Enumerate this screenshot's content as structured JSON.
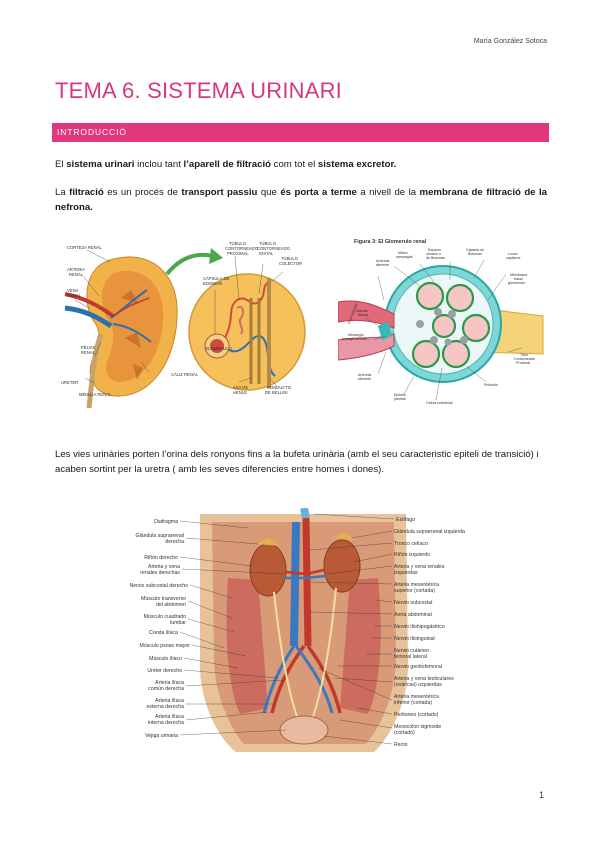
{
  "header": {
    "author": "María González Sotoca"
  },
  "title": "TEMA 6. SISTEMA URINARI",
  "section": {
    "label": "INTRODUCCIÓ"
  },
  "paragraph1": {
    "t1": "El ",
    "b1": "sistema urinari",
    "t2": " inclou tant ",
    "b2": "l’aparell de filtració",
    "t3": " com tot el ",
    "b3": "sistema excretor."
  },
  "paragraph2": {
    "t1": "La ",
    "b1": "filtració",
    "t2": " es un procés de ",
    "b2": "transport passiu",
    "t3": " que ",
    "b3": "és porta a terme",
    "t4": " a nivell de la ",
    "b4": "membrana de filtració de la nefrona."
  },
  "paragraph3": {
    "text": "Les vies urinàries porten l’orina dels ronyons fins a la bufeta urinària (amb el seu caracteristic epiteli de transició) i acaben sortint per la uretra ( amb les seves diferencies entre homes i dones)."
  },
  "figure_kidney": {
    "labels": {
      "corteza": "CORTEZA RENAL",
      "arteria1": "ARTERIA",
      "arteria2": "RENAL",
      "vena1": "VENA",
      "vena2": "RENAL",
      "pelvis1": "PÉLVIS",
      "pelvis2": "RENAL",
      "ureter": "URÉTER",
      "medula": "MÉDULA RENAL",
      "caliz": "CÁLIZ RENAL",
      "capsula1": "CÁPSULA DE",
      "capsula2": "BOWMAN",
      "tp1": "TÚBULO",
      "tp2": "CONTORNEADO",
      "tp3": "PROXIMAL",
      "td1": "TÚBULO",
      "td2": "CONTORNEADO",
      "td3": "DISTAL",
      "tc1": "TÚBULO",
      "tc2": "COLECTOR",
      "glomerulo": "GLOMÉRULO",
      "asa1": "ASA DE",
      "asa2": "HENLE",
      "conducto1": "CONDUCTO",
      "conducto2": "DE BELLINI"
    }
  },
  "figure_glomerulo": {
    "title": "Figura 3: El Glomerulo renal",
    "labels": {
      "arteriola_af1": "Arteriola",
      "arteriola_af2": "aferente",
      "mesangial1": "Matriz",
      "mesangial2": "mesangial",
      "espacio1": "Espacio",
      "espacio2": "urinario o",
      "espacio3": "de Bowman",
      "capsula1": "Cápsula de",
      "capsula2": "Bowman",
      "luces1": "Luces",
      "luces2": "capilares",
      "membrana1": "Membrana",
      "membrana2": "basal",
      "membrana3": "glomerular",
      "macula1": "Mácula",
      "macula2": "densa",
      "polo": "Polo vascular",
      "mesangio1": "Mesangio",
      "mesangio2": "extraglomerular",
      "arteriola_ef1": "Arteriola",
      "arteriola_ef2": "eferente",
      "epitelio1": "Epitelio",
      "epitelio2": "parietal",
      "tubo1": "Tubo",
      "tubo2": "Contorneado",
      "tubo3": "Proximal",
      "podocito": "Podocito",
      "endotelial": "Célula endotelial"
    }
  },
  "figure_abdomen": {
    "left_labels": [
      "Diafragma",
      "Glándula suprarrenal",
      "derecha",
      "Riñón derecho",
      "Arteria y vena",
      "renales derechas",
      "Nervio subcostal derecho",
      "Músculo transverso",
      "del abdomen",
      "Músculo cuadrado",
      "lumbar",
      "Cresta ilíaca",
      "Músculo psoas mayor",
      "Músculo ilíaco",
      "Uréter derecho",
      "Arteria ilíaca",
      "común derecha",
      "Arteria ilíaca",
      "externa derecha",
      "Arteria ilíaca",
      "interna derecha",
      "Vejiga urinaria"
    ],
    "right_labels": [
      "Esófago",
      "Glándula suprarrenal izquierda",
      "Tronco celíaco",
      "Riñón izquierdo",
      "Arteria y vena renales",
      "izquierdas",
      "Arteria mesentérica",
      "superior (cortada)",
      "Nervio subcostal",
      "Aorta abdominal",
      "Nervio iliohipogástrico",
      "Nervio ilioinguinal",
      "Nervio cutáneo",
      "femoral lateral",
      "Nervio genitofemoral",
      "Arteria y vena testiculares",
      "(ováricas) izquierdas",
      "Arteria mesentérica",
      "inferior (cortada)",
      "Peritoneo (cortado)",
      "Mesocolon sigmoide",
      "(cortado)",
      "Recto"
    ]
  },
  "page_number": "1",
  "colors": {
    "accent": "#e0377f",
    "title": "#d6387f"
  }
}
